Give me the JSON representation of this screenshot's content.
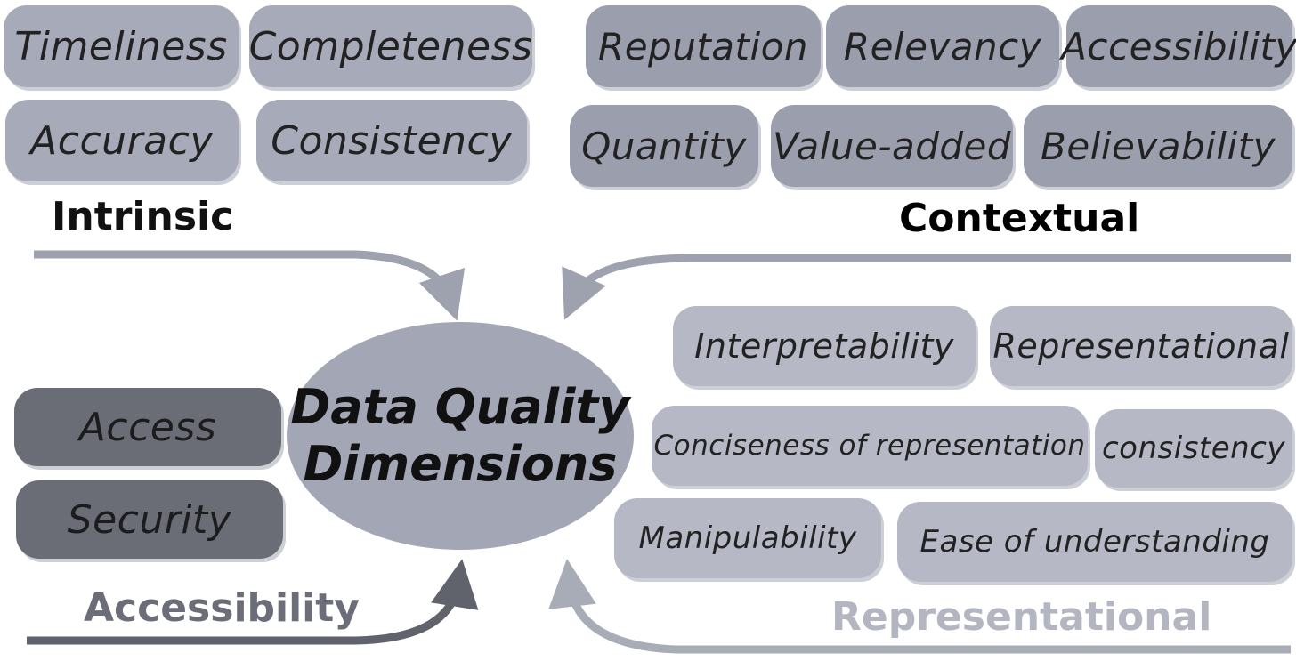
{
  "center": {
    "line1": "Data Quality",
    "line2": "Dimensions"
  },
  "categories": {
    "intrinsic": {
      "label": "Intrinsic",
      "items": [
        "Timeliness",
        "Completeness",
        "Accuracy",
        "Consistency"
      ]
    },
    "contextual": {
      "label": "Contextual",
      "items": [
        "Reputation",
        "Relevancy",
        "Accessibility",
        "Quantity",
        "Value-added",
        "Believability"
      ]
    },
    "representational": {
      "label": "Representational",
      "items": [
        "Interpretability",
        "Representational",
        "Conciseness of representation",
        "consistency",
        "Manipulability",
        "Ease of understanding"
      ]
    },
    "accessibility": {
      "label": "Accessibility",
      "items": [
        "Access",
        "Security"
      ]
    }
  },
  "colors": {
    "intrinsic_box": "#a7abb9",
    "contextual_box": "#9b9fad",
    "representational_box": "#b6b9c5",
    "accessibility_box": "#6a6d76",
    "center_ellipse": "#a2a6b5",
    "arrow_intrinsic": "#9ea2ae",
    "arrow_contextual": "#9ea2ae",
    "arrow_representational": "#a8acb7",
    "arrow_accessibility": "#60636c"
  }
}
